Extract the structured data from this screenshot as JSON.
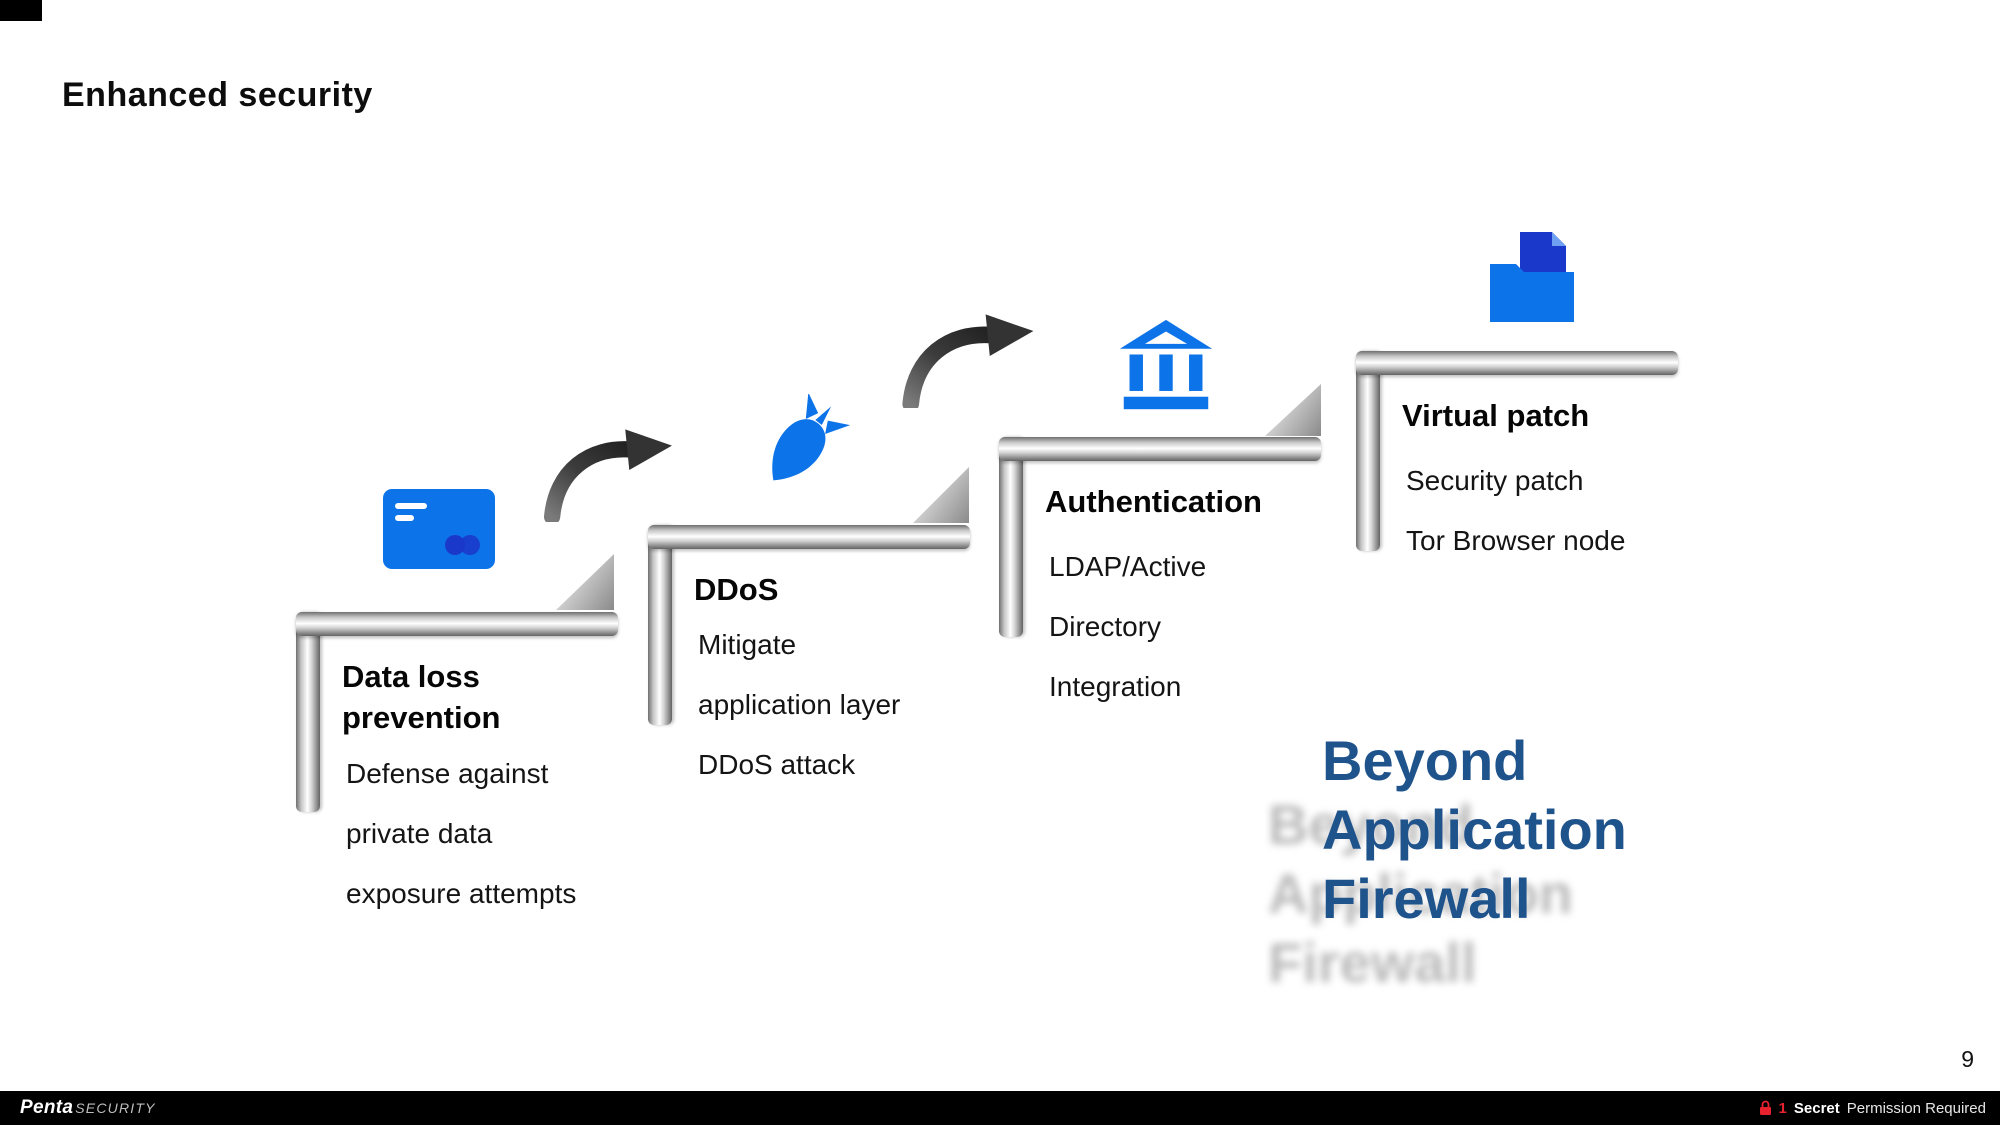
{
  "slide": {
    "title": "Enhanced security",
    "page_number": "9"
  },
  "steps": [
    {
      "icon": "credit-card-icon",
      "heading": "Data loss prevention",
      "lines": [
        "Defense against",
        "private data",
        "exposure attempts"
      ]
    },
    {
      "icon": "bomb-icon",
      "heading": "DDoS",
      "lines": [
        "Mitigate",
        "application layer",
        "DDoS attack"
      ]
    },
    {
      "icon": "bank-icon",
      "heading": "Authentication",
      "lines": [
        "LDAP/Active",
        "Directory",
        "Integration"
      ]
    },
    {
      "icon": "folder-documents-icon",
      "heading": "Virtual patch",
      "lines": [
        "Security patch",
        "Tor Browser node"
      ]
    }
  ],
  "arrows": [
    "curved-arrow-icon",
    "curved-arrow-icon"
  ],
  "callout": {
    "lines": [
      "Beyond",
      "Application",
      "Firewall"
    ]
  },
  "footer": {
    "brand_bold": "Penta",
    "brand_light": "SECURITY",
    "lock_icon": "lock-icon",
    "badge_count": "1",
    "badge_bold": "Secret",
    "badge_text": "Permission Required"
  },
  "colors": {
    "icon_blue": "#0d73e8",
    "icon_dark_blue": "#1a38c9",
    "callout_blue": "#1f538c",
    "echo_gray": "#a9a9a9",
    "footer_red": "#e8212e"
  }
}
